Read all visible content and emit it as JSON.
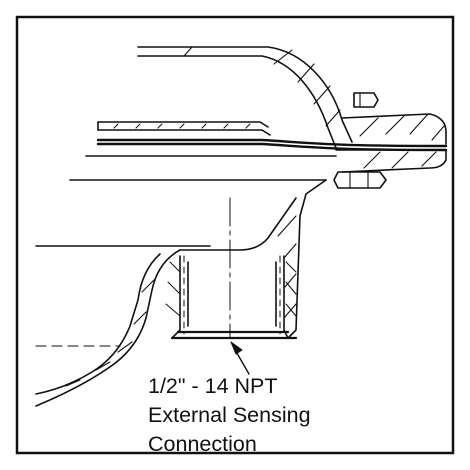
{
  "callout": {
    "line1": "1/2\" - 14 NPT",
    "line2": "External Sensing",
    "line3": "Connection"
  },
  "colors": {
    "ink": "#111111",
    "background": "#ffffff"
  }
}
